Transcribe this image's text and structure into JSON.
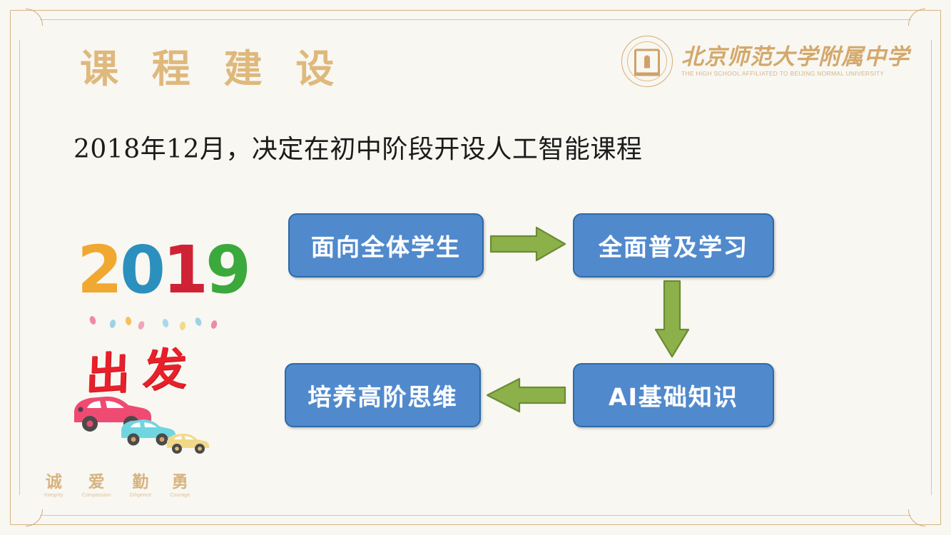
{
  "slide": {
    "background_color": "#f8f7f2",
    "frame_color": "#d9b382",
    "title": "课 程 建 设",
    "title_color": "#dfb87c",
    "statement": "2018年12月，决定在初中阶段开设人工智能课程"
  },
  "logo": {
    "seal_icon": "school-seal-icon",
    "name_cn": "北京师范大学附属中学",
    "name_en": "THE HIGH SCHOOL AFFILIATED TO BEIJING NORMAL UNIVERSITY",
    "color": "#d4a86b"
  },
  "flowchart": {
    "node_fill": "#5089cc",
    "node_border": "#2e6aa8",
    "node_text_color": "#ffffff",
    "arrow_color": "#8cb14a",
    "nodes": [
      {
        "id": "node-1",
        "label": "面向全体学生"
      },
      {
        "id": "node-2",
        "label": "全面普及学习"
      },
      {
        "id": "node-3",
        "label": "AI基础知识"
      },
      {
        "id": "node-4",
        "label": "培养高阶思维"
      }
    ],
    "arrows": [
      {
        "id": "arrow-right",
        "direction": "right",
        "from": "node-1",
        "to": "node-2"
      },
      {
        "id": "arrow-down",
        "direction": "down",
        "from": "node-2",
        "to": "node-3"
      },
      {
        "id": "arrow-left",
        "direction": "left",
        "from": "node-3",
        "to": "node-4"
      }
    ]
  },
  "artwork": {
    "year_digits": [
      {
        "char": "2",
        "color": "#f0a830"
      },
      {
        "char": "0",
        "color": "#2b90bd"
      },
      {
        "char": "1",
        "color": "#cf2235"
      },
      {
        "char": "9",
        "color": "#3ba93b"
      }
    ],
    "year_label": "2019",
    "calligraphy": "出发",
    "calligraphy_color": "#e8202a",
    "cars": [
      {
        "name": "pink-car",
        "color": "#ef4a72"
      },
      {
        "name": "cyan-car",
        "color": "#6fd6e0"
      },
      {
        "name": "yellow-car",
        "color": "#f2d98a"
      }
    ]
  },
  "motto": {
    "items": [
      {
        "cn": "诚",
        "en": "Integrity"
      },
      {
        "cn": "爱",
        "en": "Compassion"
      },
      {
        "cn": "勤",
        "en": "Diligence"
      },
      {
        "cn": "勇",
        "en": "Courage"
      }
    ]
  }
}
